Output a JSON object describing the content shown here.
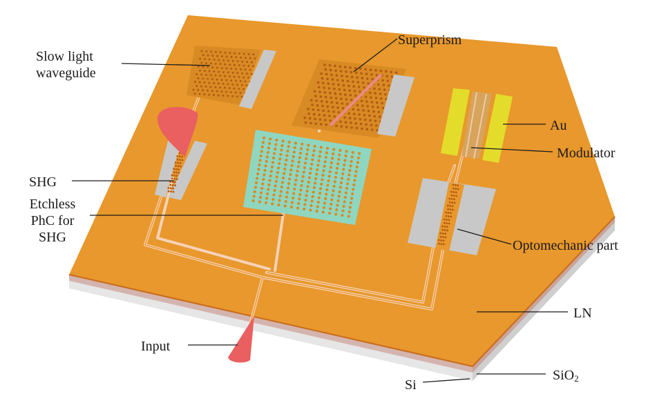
{
  "labels": {
    "slow_light": [
      "Slow light",
      "waveguide"
    ],
    "superprism": "Superprism",
    "au": "Au",
    "modulator": "Modulator",
    "shg": "SHG",
    "etchless": [
      "Etchless",
      "PhC for",
      "SHG"
    ],
    "optomechanic": "Optomechanic part",
    "ln": "LN",
    "input": "Input",
    "sio2": {
      "base": "SiO",
      "sub": "2"
    },
    "si": "Si"
  },
  "colors": {
    "ln_top": "#e8982c",
    "ln_edge": "#c96a1a",
    "sio2": "#d9d9d9",
    "si": "#e2c7c2",
    "electrode": "#c8c8c8",
    "gold": "#e4dc2a",
    "beam": "#ea5f5f",
    "phc": "#8fd6c0",
    "waveguide": "#f2c9b0"
  }
}
